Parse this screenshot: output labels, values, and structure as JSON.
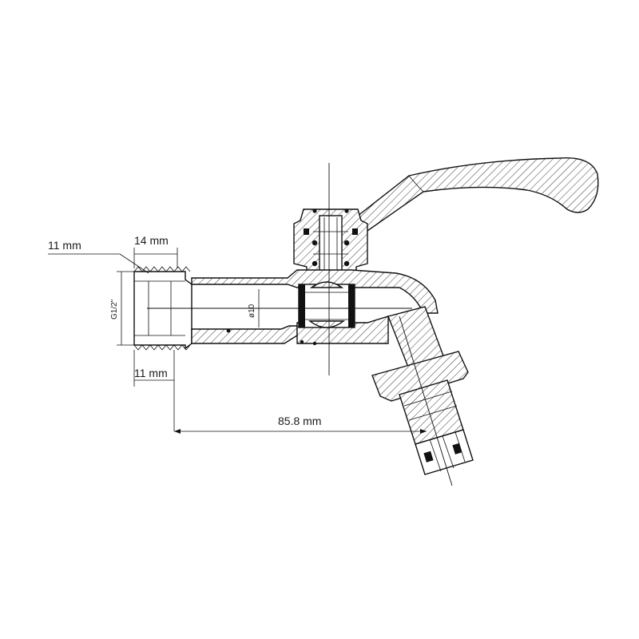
{
  "dimensions": {
    "left_outer": "11 mm",
    "top_thread": "14 mm",
    "bottom_thread": "11 mm",
    "length": "85.8 mm",
    "thread_size": "G1/2\"",
    "bore": "ø10"
  },
  "colors": {
    "line": "#111111",
    "background": "#ffffff"
  }
}
